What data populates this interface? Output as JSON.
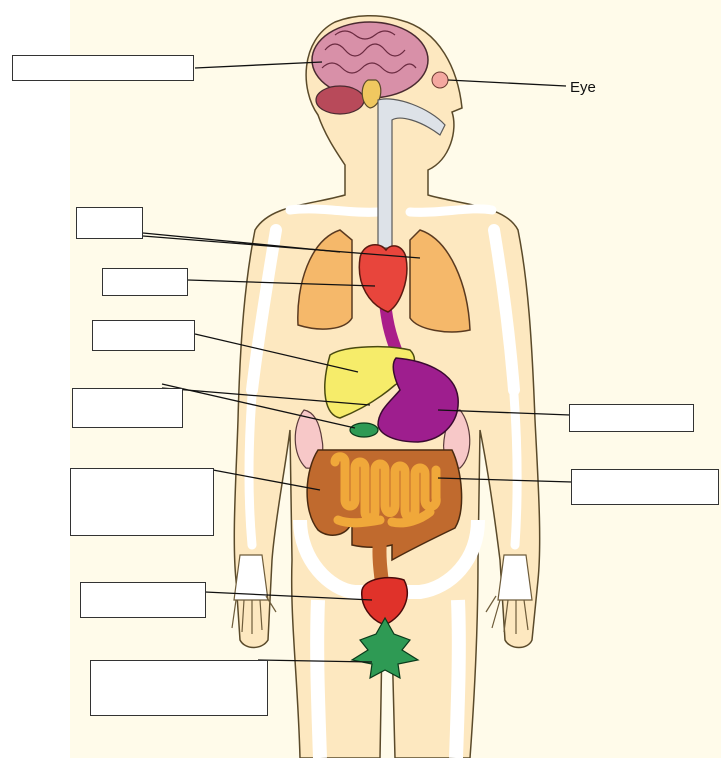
{
  "diagram": {
    "labels": {
      "eye": "Eye"
    },
    "blank_boxes": [
      {
        "id": "brain-label",
        "text": ""
      },
      {
        "id": "lungs-label",
        "text": ""
      },
      {
        "id": "heart-label",
        "text": ""
      },
      {
        "id": "liver-label",
        "text": ""
      },
      {
        "id": "gallbladder-pancreas-label",
        "text": ""
      },
      {
        "id": "large-intestine-label",
        "text": ""
      },
      {
        "id": "bladder-label",
        "text": ""
      },
      {
        "id": "reproductive-label",
        "text": ""
      },
      {
        "id": "stomach-label",
        "text": ""
      },
      {
        "id": "small-intestine-label",
        "text": ""
      }
    ],
    "colors": {
      "skin": "#fde8c0",
      "outline": "#5a4a2a",
      "bone": "#ffffff",
      "brain": "#d890a8",
      "lungs": "#f5b86a",
      "heart": "#e8453c",
      "esophagus": "#aa1e8a",
      "liver": "#f6ec6a",
      "stomach": "#9e1e8e",
      "gallbladder": "#2e9a54",
      "kidney": "#f7c8c8",
      "large_intestine": "#c06a2e",
      "small_intestine": "#f0a83a",
      "bladder": "#e0322a",
      "leaf": "#2e9a54",
      "trachea": "#dde2e8"
    }
  }
}
